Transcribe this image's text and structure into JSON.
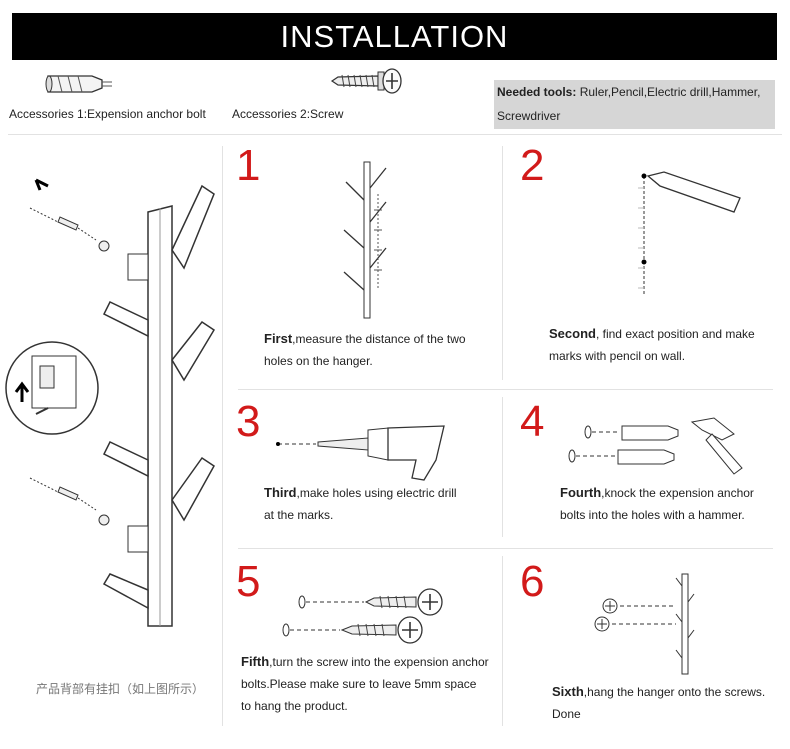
{
  "header": {
    "title": "INSTALLATION"
  },
  "accessories": [
    {
      "label": "Accessories 1:Expension anchor bolt",
      "icon": "anchor-bolt-icon"
    },
    {
      "label": "Accessories 2:Screw",
      "icon": "screw-icon"
    }
  ],
  "tools": {
    "heading": "Needed tools:",
    "text": "Ruler,Pencil,Electric drill,Hammer,",
    "text2": "Screwdriver"
  },
  "side_caption": "产品背部有挂扣（如上图所示）",
  "steps": [
    {
      "number": "1",
      "bold": "First",
      "line1": ",measure the distance of the two",
      "line2": "holes on the hanger."
    },
    {
      "number": "2",
      "bold": "Second",
      "line1": ", find exact position and make",
      "line2": "marks with pencil on wall."
    },
    {
      "number": "3",
      "bold": "Third",
      "line1": ",make holes using electric drill",
      "line2": "at the marks."
    },
    {
      "number": "4",
      "bold": "Fourth",
      "line1": ",knock the expension anchor",
      "line2": "bolts into the holes with a hammer."
    },
    {
      "number": "5",
      "bold": "Fifth",
      "line1": ",turn the screw into the expension anchor",
      "line2": "bolts.Please make sure to leave 5mm space",
      "line3": "to hang the product."
    },
    {
      "number": "6",
      "bold": "Sixth",
      "line1": ",hang the hanger onto the screws.",
      "line2": "Done"
    }
  ],
  "colors": {
    "title_bg": "#000000",
    "step_number": "#d21a1a",
    "tools_bg": "#d6d6d6"
  }
}
